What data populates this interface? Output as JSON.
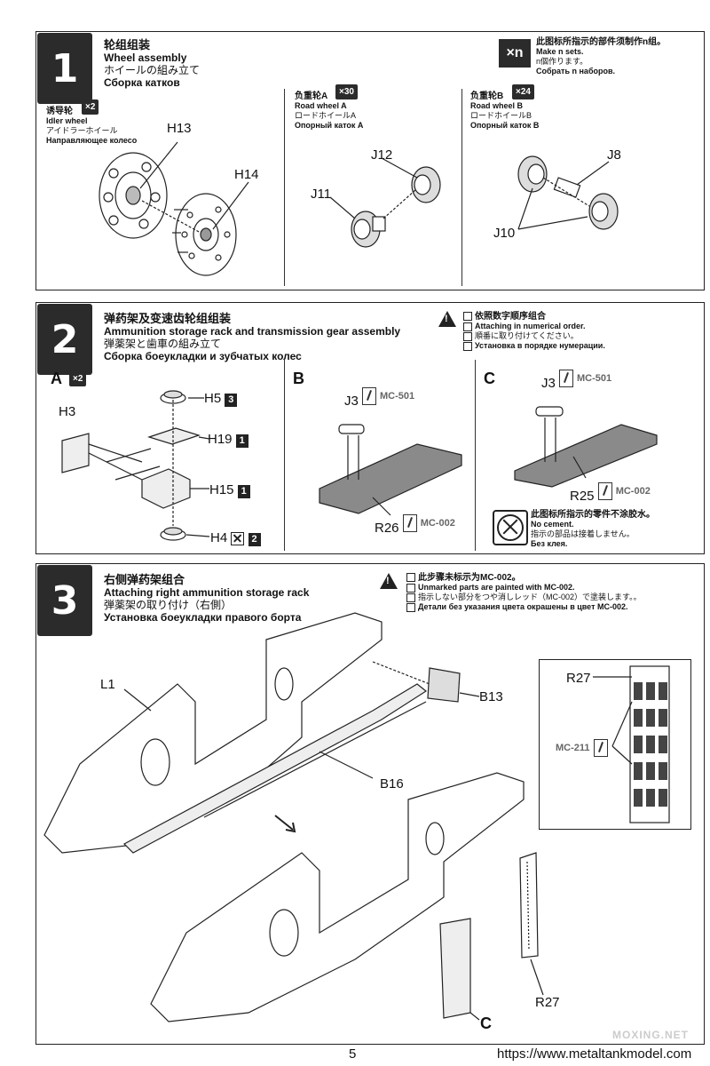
{
  "step1": {
    "number": "1",
    "title_zh": "轮组组装",
    "title_en": "Wheel assembly",
    "title_jp": "ホイールの組み立て",
    "title_ru": "Сборка катков",
    "note_zh": "此图标所指示的部件须制作n组。",
    "note_en": "Make n sets.",
    "note_jp": "n個作ります。",
    "note_ru": "Собрать n наборов.",
    "note_badge": "×n",
    "idler": {
      "zh": "诱导轮",
      "en": "Idler wheel",
      "jp": "アイドラーホイール",
      "ru": "Направляющее колесо",
      "count": "×2",
      "parts": [
        "H13",
        "H14"
      ]
    },
    "road_a": {
      "zh": "负重轮A",
      "en": "Road wheel A",
      "jp": "ロードホイールA",
      "ru": "Опорный каток A",
      "count": "×30",
      "parts": [
        "J12",
        "J11"
      ]
    },
    "road_b": {
      "zh": "负重轮B",
      "en": "Road wheel B",
      "jp": "ロードホイールB",
      "ru": "Опорный каток B",
      "count": "×24",
      "parts": [
        "J8",
        "J10"
      ]
    }
  },
  "step2": {
    "number": "2",
    "title_zh": "弹药架及变速齿轮组组装",
    "title_en": "Ammunition storage rack and transmission gear assembly",
    "title_jp": "弾薬架と歯車の組み立て",
    "title_ru": "Сборка боеукладки и зубчатых колес",
    "note_zh": "依照数字顺序组合",
    "note_en": "Attaching in numerical order.",
    "note_jp": "順番に取り付けてください。",
    "note_ru": "Установка в порядке нумерации.",
    "subA": {
      "label": "A",
      "count": "×2",
      "parts": [
        {
          "name": "H5",
          "order": "3"
        },
        {
          "name": "H19",
          "order": "1"
        },
        {
          "name": "H15",
          "order": "1"
        },
        {
          "name": "H4",
          "order": "2"
        }
      ],
      "side": "H3"
    },
    "subB": {
      "label": "B",
      "parts": [
        "J3",
        "R26"
      ],
      "paint1": "MC-501",
      "paint2": "MC-002"
    },
    "subC": {
      "label": "C",
      "parts": [
        "J3",
        "R25"
      ],
      "paint1": "MC-501",
      "paint2": "MC-002"
    },
    "nocement_zh": "此图标所指示的零件不涂胶水。",
    "nocement_en": "No cement.",
    "nocement_jp": "指示の部品は接着しません。",
    "nocement_ru": "Без клея."
  },
  "step3": {
    "number": "3",
    "title_zh": "右侧弹药架组合",
    "title_en": "Attaching right ammunition storage rack",
    "title_jp": "弾薬架の取り付け（右側）",
    "title_ru": "Установка боеукладки правого борта",
    "note_zh": "此步骤未标示为MC-002。",
    "note_en": "Unmarked parts are painted with MC-002.",
    "note_jp": "指示しない部分をつや消しレッド（MC-002）で塗装します。。",
    "note_ru": "Детали без указания цвета окрашены в цвет MC-002.",
    "parts": [
      "L1",
      "B13",
      "B16",
      "R27",
      "C",
      "R27"
    ],
    "inset_part": "R27",
    "inset_paint": "MC-211"
  },
  "footer": {
    "page": "5",
    "watermark": "MOXING.NET",
    "url": "https://www.metaltankmodel.com"
  },
  "colors": {
    "dark": "#2b2b2b",
    "grey_part": "#8a8a8a",
    "paint_text": "#666666"
  }
}
